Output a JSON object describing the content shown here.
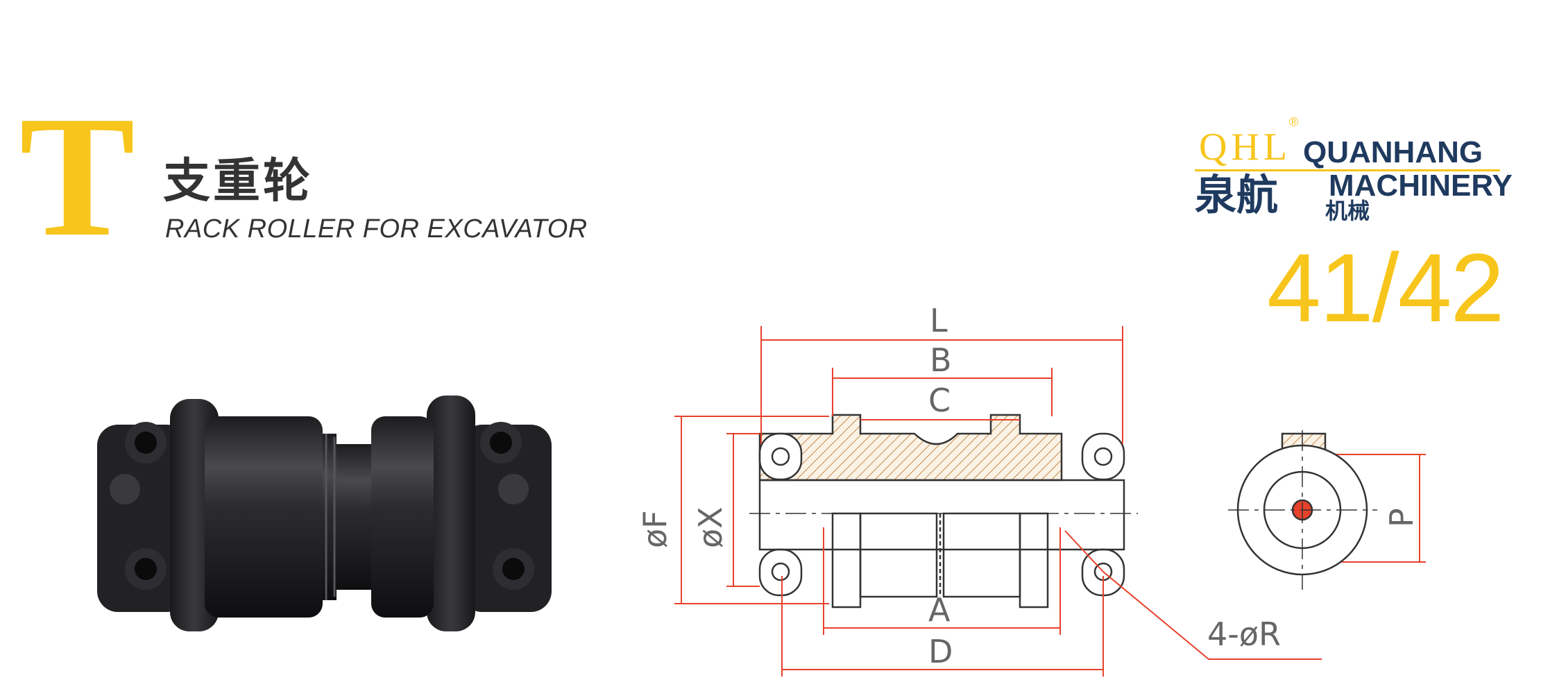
{
  "header": {
    "letter": "T",
    "title_cn": "支重轮",
    "title_en": "RACK ROLLER FOR EXCAVATOR"
  },
  "logo": {
    "mark": "QHL",
    "registered": "®",
    "name_en_line1": "QUANHANG",
    "name_en_line2": "MACHINERY",
    "name_cn": "泉航",
    "name_cn_sub": "机械"
  },
  "model": "41/42",
  "dimensions": {
    "L": "L",
    "B": "B",
    "C": "C",
    "F": "øF",
    "X": "øX",
    "A": "A",
    "D": "D",
    "R": "4-øR",
    "P": "P"
  },
  "colors": {
    "brand_yellow": "#f7c51b",
    "brand_navy": "#1f3a5f",
    "dimension_red": "#e8412b",
    "hatch": "#c48a4a",
    "roller_black": "#2a2a2c"
  }
}
